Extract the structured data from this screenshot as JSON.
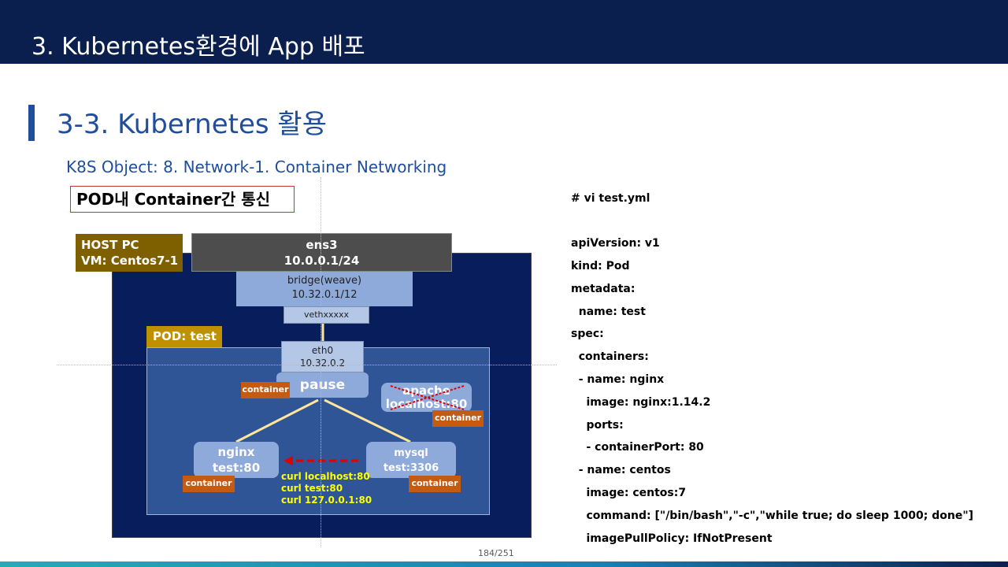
{
  "header": {
    "title": "3.  Kubernetes환경에 App 배포"
  },
  "section": {
    "title": "3-3. Kubernetes 활용",
    "subtitle": "K8S Object: 8. Network-1. Container Networking"
  },
  "diagram": {
    "label": "POD내 Container간 통신",
    "host": {
      "line1": "HOST PC",
      "line2": "VM: Centos7-1"
    },
    "ens3": {
      "name": "ens3",
      "ip": "10.0.0.1/24"
    },
    "bridge": {
      "name": "bridge(weave)",
      "ip": "10.32.0.1/12"
    },
    "veth": "vethxxxxx",
    "pod_tag": "POD: test",
    "eth0": {
      "name": "eth0",
      "ip": "10.32.0.2"
    },
    "pause": "pause",
    "apache": {
      "line1": "apache",
      "line2": "localhost:80"
    },
    "nginx": {
      "line1": "nginx",
      "line2": "test:80"
    },
    "mysql": {
      "line1": "mysql",
      "line2": "test:3306"
    },
    "container_tag": "container",
    "curl_lines": [
      "curl localhost:80",
      "curl test:80",
      "curl 127.0.0.1:80"
    ],
    "colors": {
      "link": "#ffe699",
      "arrow": "#e00000",
      "cross": "#e00000"
    }
  },
  "code": [
    "# vi test.yml",
    "",
    "apiVersion: v1",
    "kind: Pod",
    "metadata:",
    "  name: test",
    "spec:",
    "  containers:",
    "  - name: nginx",
    "    image: nginx:1.14.2",
    "    ports:",
    "    - containerPort: 80",
    "  - name: centos",
    "    image: centos:7",
    "    command: [\"/bin/bash\",\"-c\",\"while true; do sleep 1000; done\"]",
    "    imagePullPolicy: IfNotPresent"
  ],
  "footer": {
    "page": "184/251"
  }
}
